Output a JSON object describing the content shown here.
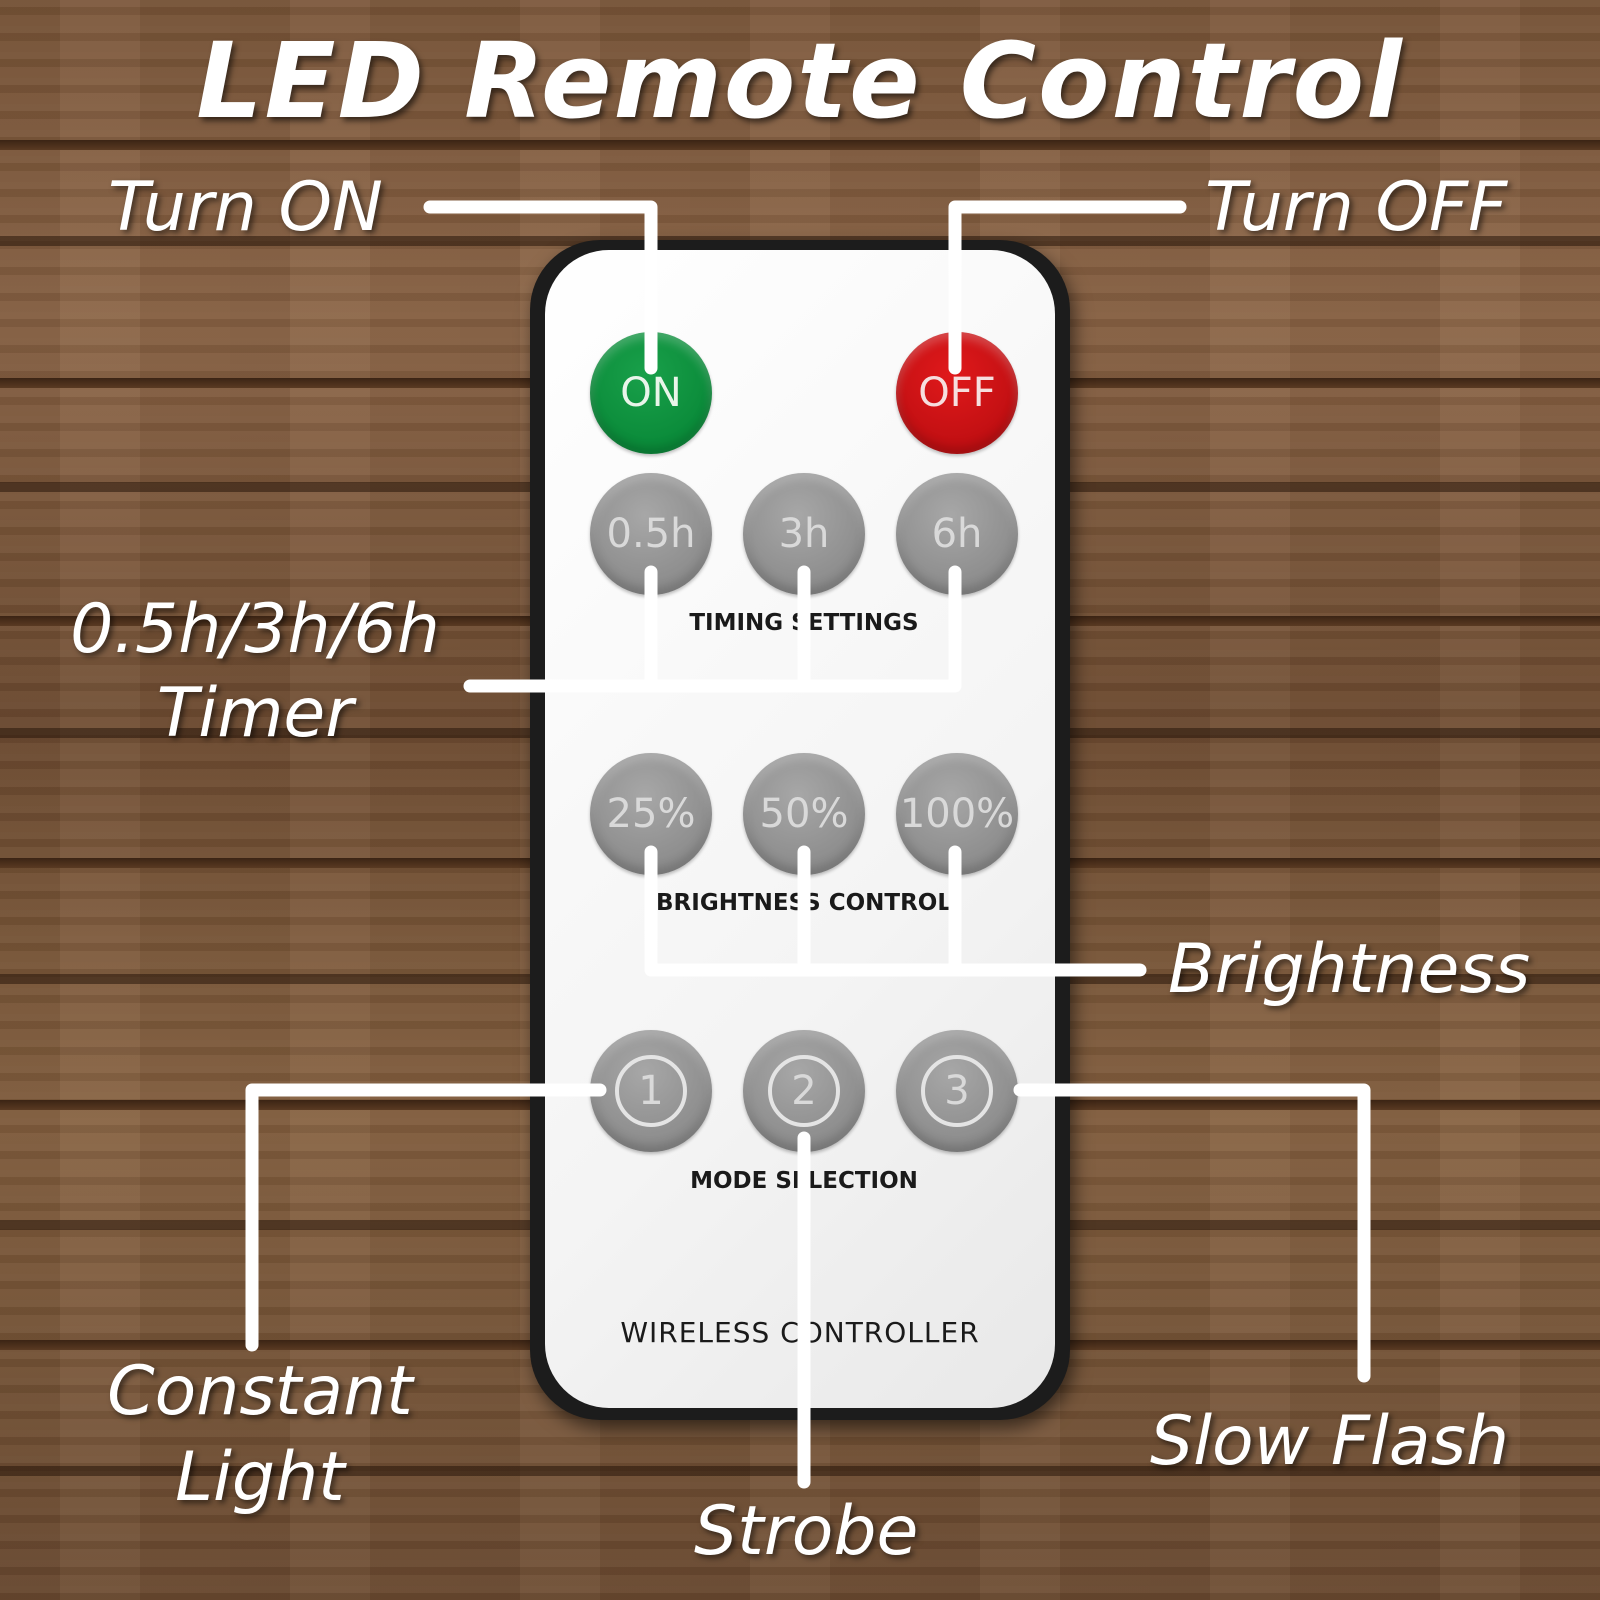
{
  "title": "LED Remote Control",
  "labels": {
    "turn_on": "Turn ON",
    "turn_off": "Turn OFF",
    "timer_line1": "0.5h/3h/6h",
    "timer_line2": "Timer",
    "brightness": "Brightness",
    "constant_line1": "Constant",
    "constant_line2": "Light",
    "strobe": "Strobe",
    "slow_flash": "Slow Flash"
  },
  "remote": {
    "buttons": {
      "on": "ON",
      "off": "OFF",
      "timer_05": "0.5h",
      "timer_3": "3h",
      "timer_6": "6h",
      "bright_25": "25%",
      "bright_50": "50%",
      "bright_100": "100%",
      "mode_1": "1",
      "mode_2": "2",
      "mode_3": "3"
    },
    "sections": {
      "timing": "TIMING SETTINGS",
      "brightness": "BRIGHTNESS CONTROL",
      "mode": "MODE SELECTION"
    },
    "brand_text": "WIRELESS CONTROLLER"
  },
  "colors": {
    "on_button": "#0a8a39",
    "off_button": "#c00f12",
    "grey_button": "#8c8c8c",
    "label_text": "#ffffff"
  }
}
